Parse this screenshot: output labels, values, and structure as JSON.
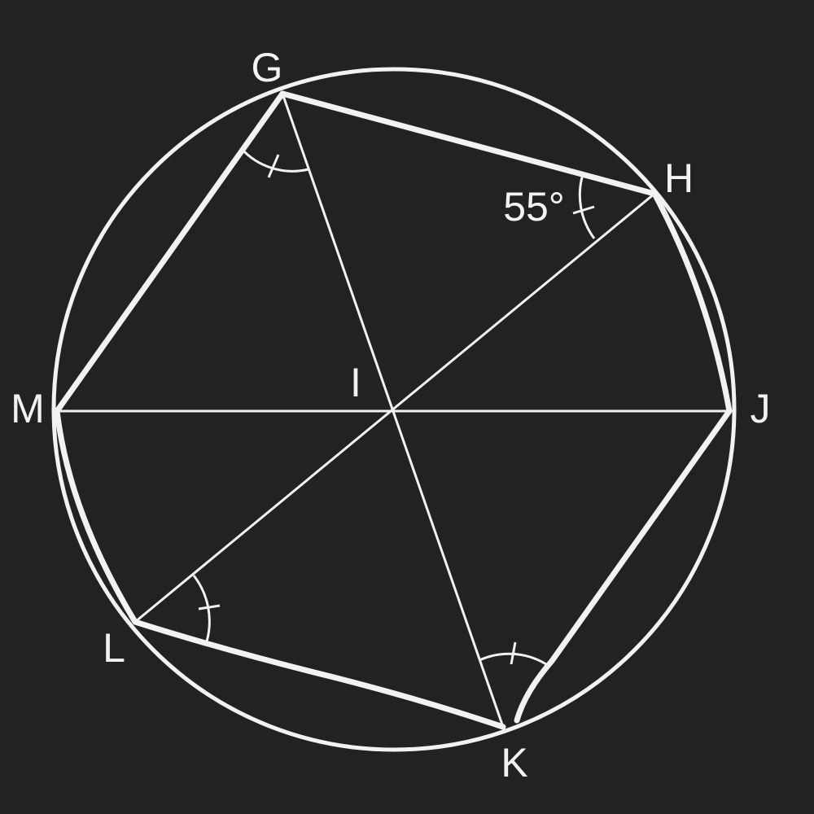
{
  "colors": {
    "background": "#222222",
    "stroke": "#f2f2f2"
  },
  "vertices": {
    "G": "G",
    "H": "H",
    "J": "J",
    "K": "K",
    "L": "L",
    "M": "M"
  },
  "center": {
    "label": "I"
  },
  "angle_annotation": {
    "value": "55°"
  }
}
